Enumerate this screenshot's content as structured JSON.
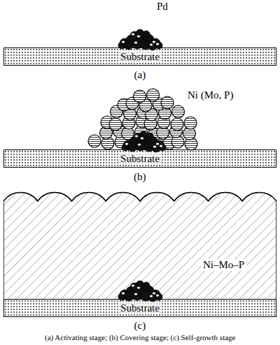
{
  "diagram": {
    "caption": "(a) Activating stage; (b) Covering stage; (c) Self-growth stage",
    "nodes": [
      {
        "text": [
          "Substrate"
        ]
      },
      {
        "text": [
          "Substrate"
        ]
      },
      {
        "text": [
          "Ni–Mo–P"
        ]
      },
      {
        "text": [
          "Substrate"
        ]
      }
    ],
    "labels": [
      "Pd",
      "(a)",
      "Ni (Mo, P)",
      "(b)",
      "(c)"
    ]
  }
}
